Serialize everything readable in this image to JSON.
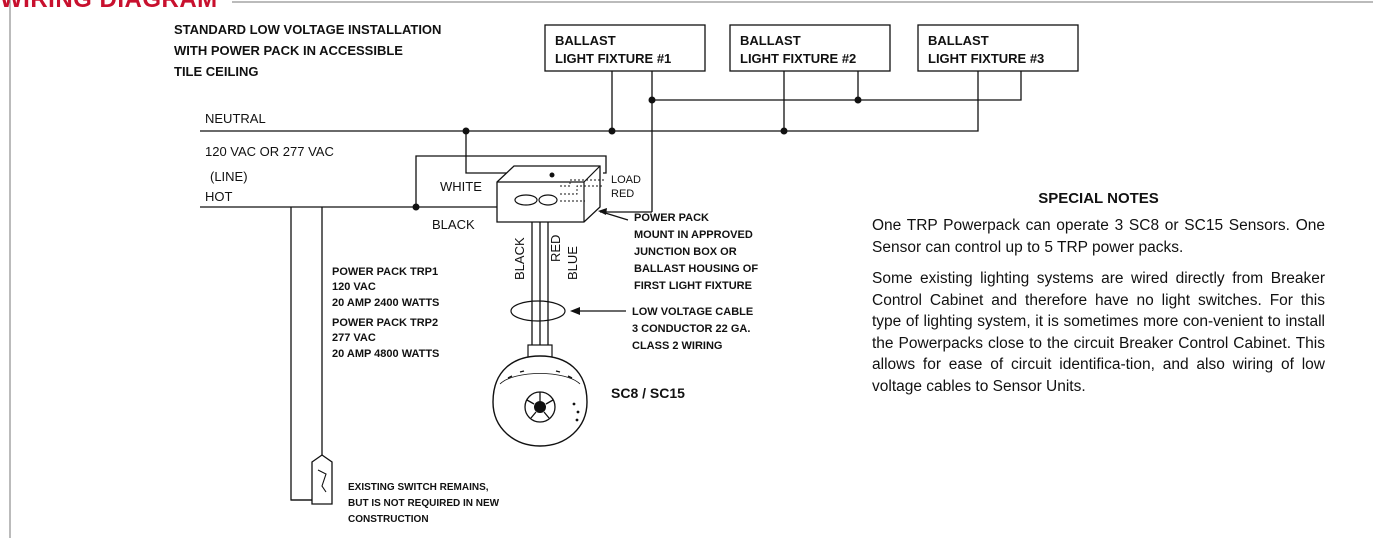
{
  "header": {
    "title": "WIRING DIAGRAM"
  },
  "installation": {
    "title_lines": [
      "STANDARD LOW VOLTAGE INSTALLATION",
      "WITH POWER PACK IN ACCESSIBLE",
      "TILE CEILING"
    ]
  },
  "fixtures": [
    {
      "line1": "BALLAST",
      "line2": "LIGHT FIXTURE #1"
    },
    {
      "line1": "BALLAST",
      "line2": "LIGHT FIXTURE #2"
    },
    {
      "line1": "BALLAST",
      "line2": "LIGHT FIXTURE #3"
    }
  ],
  "wires": {
    "neutral": "NEUTRAL",
    "voltage": "120 VAC OR 277 VAC",
    "line": "(LINE)",
    "hot": "HOT",
    "white": "WHITE",
    "black_top": "BLACK",
    "load": "LOAD",
    "red_top": "RED",
    "black_vert": "BLACK",
    "red_vert": "RED",
    "blue_vert": "BLUE"
  },
  "power_pack_note": [
    "POWER PACK",
    "MOUNT IN APPROVED",
    "JUNCTION BOX OR",
    "BALLAST HOUSING OF",
    "FIRST LIGHT FIXTURE"
  ],
  "power_pack_specs": [
    "POWER PACK TRP1",
    "120 VAC",
    "20 AMP 2400 WATTS",
    "POWER PACK TRP2",
    "277 VAC",
    "20 AMP 4800 WATTS"
  ],
  "cable_note": [
    "LOW VOLTAGE CABLE",
    "3 CONDUCTOR 22 GA.",
    "CLASS 2 WIRING"
  ],
  "sensor_label": "SC8 / SC15",
  "switch_note": [
    "EXISTING SWITCH REMAINS,",
    "BUT IS NOT REQUIRED IN NEW",
    "CONSTRUCTION"
  ],
  "special_notes": {
    "title": "SPECIAL NOTES",
    "paragraphs": [
      "One TRP Powerpack can operate 3 SC8 or SC15 Sensors. One Sensor can control up to 5 TRP power packs.",
      "Some existing lighting systems are wired directly from Breaker Control Cabinet and therefore have no light switches. For this type of lighting system, it is sometimes more con-venient to install the Powerpacks close to the circuit Breaker Control Cabinet. This allows for ease of circuit identifica-tion, and also wiring of low voltage cables to Sensor Units."
    ]
  },
  "colors": {
    "header": "#c8102e",
    "line": "#111111"
  }
}
